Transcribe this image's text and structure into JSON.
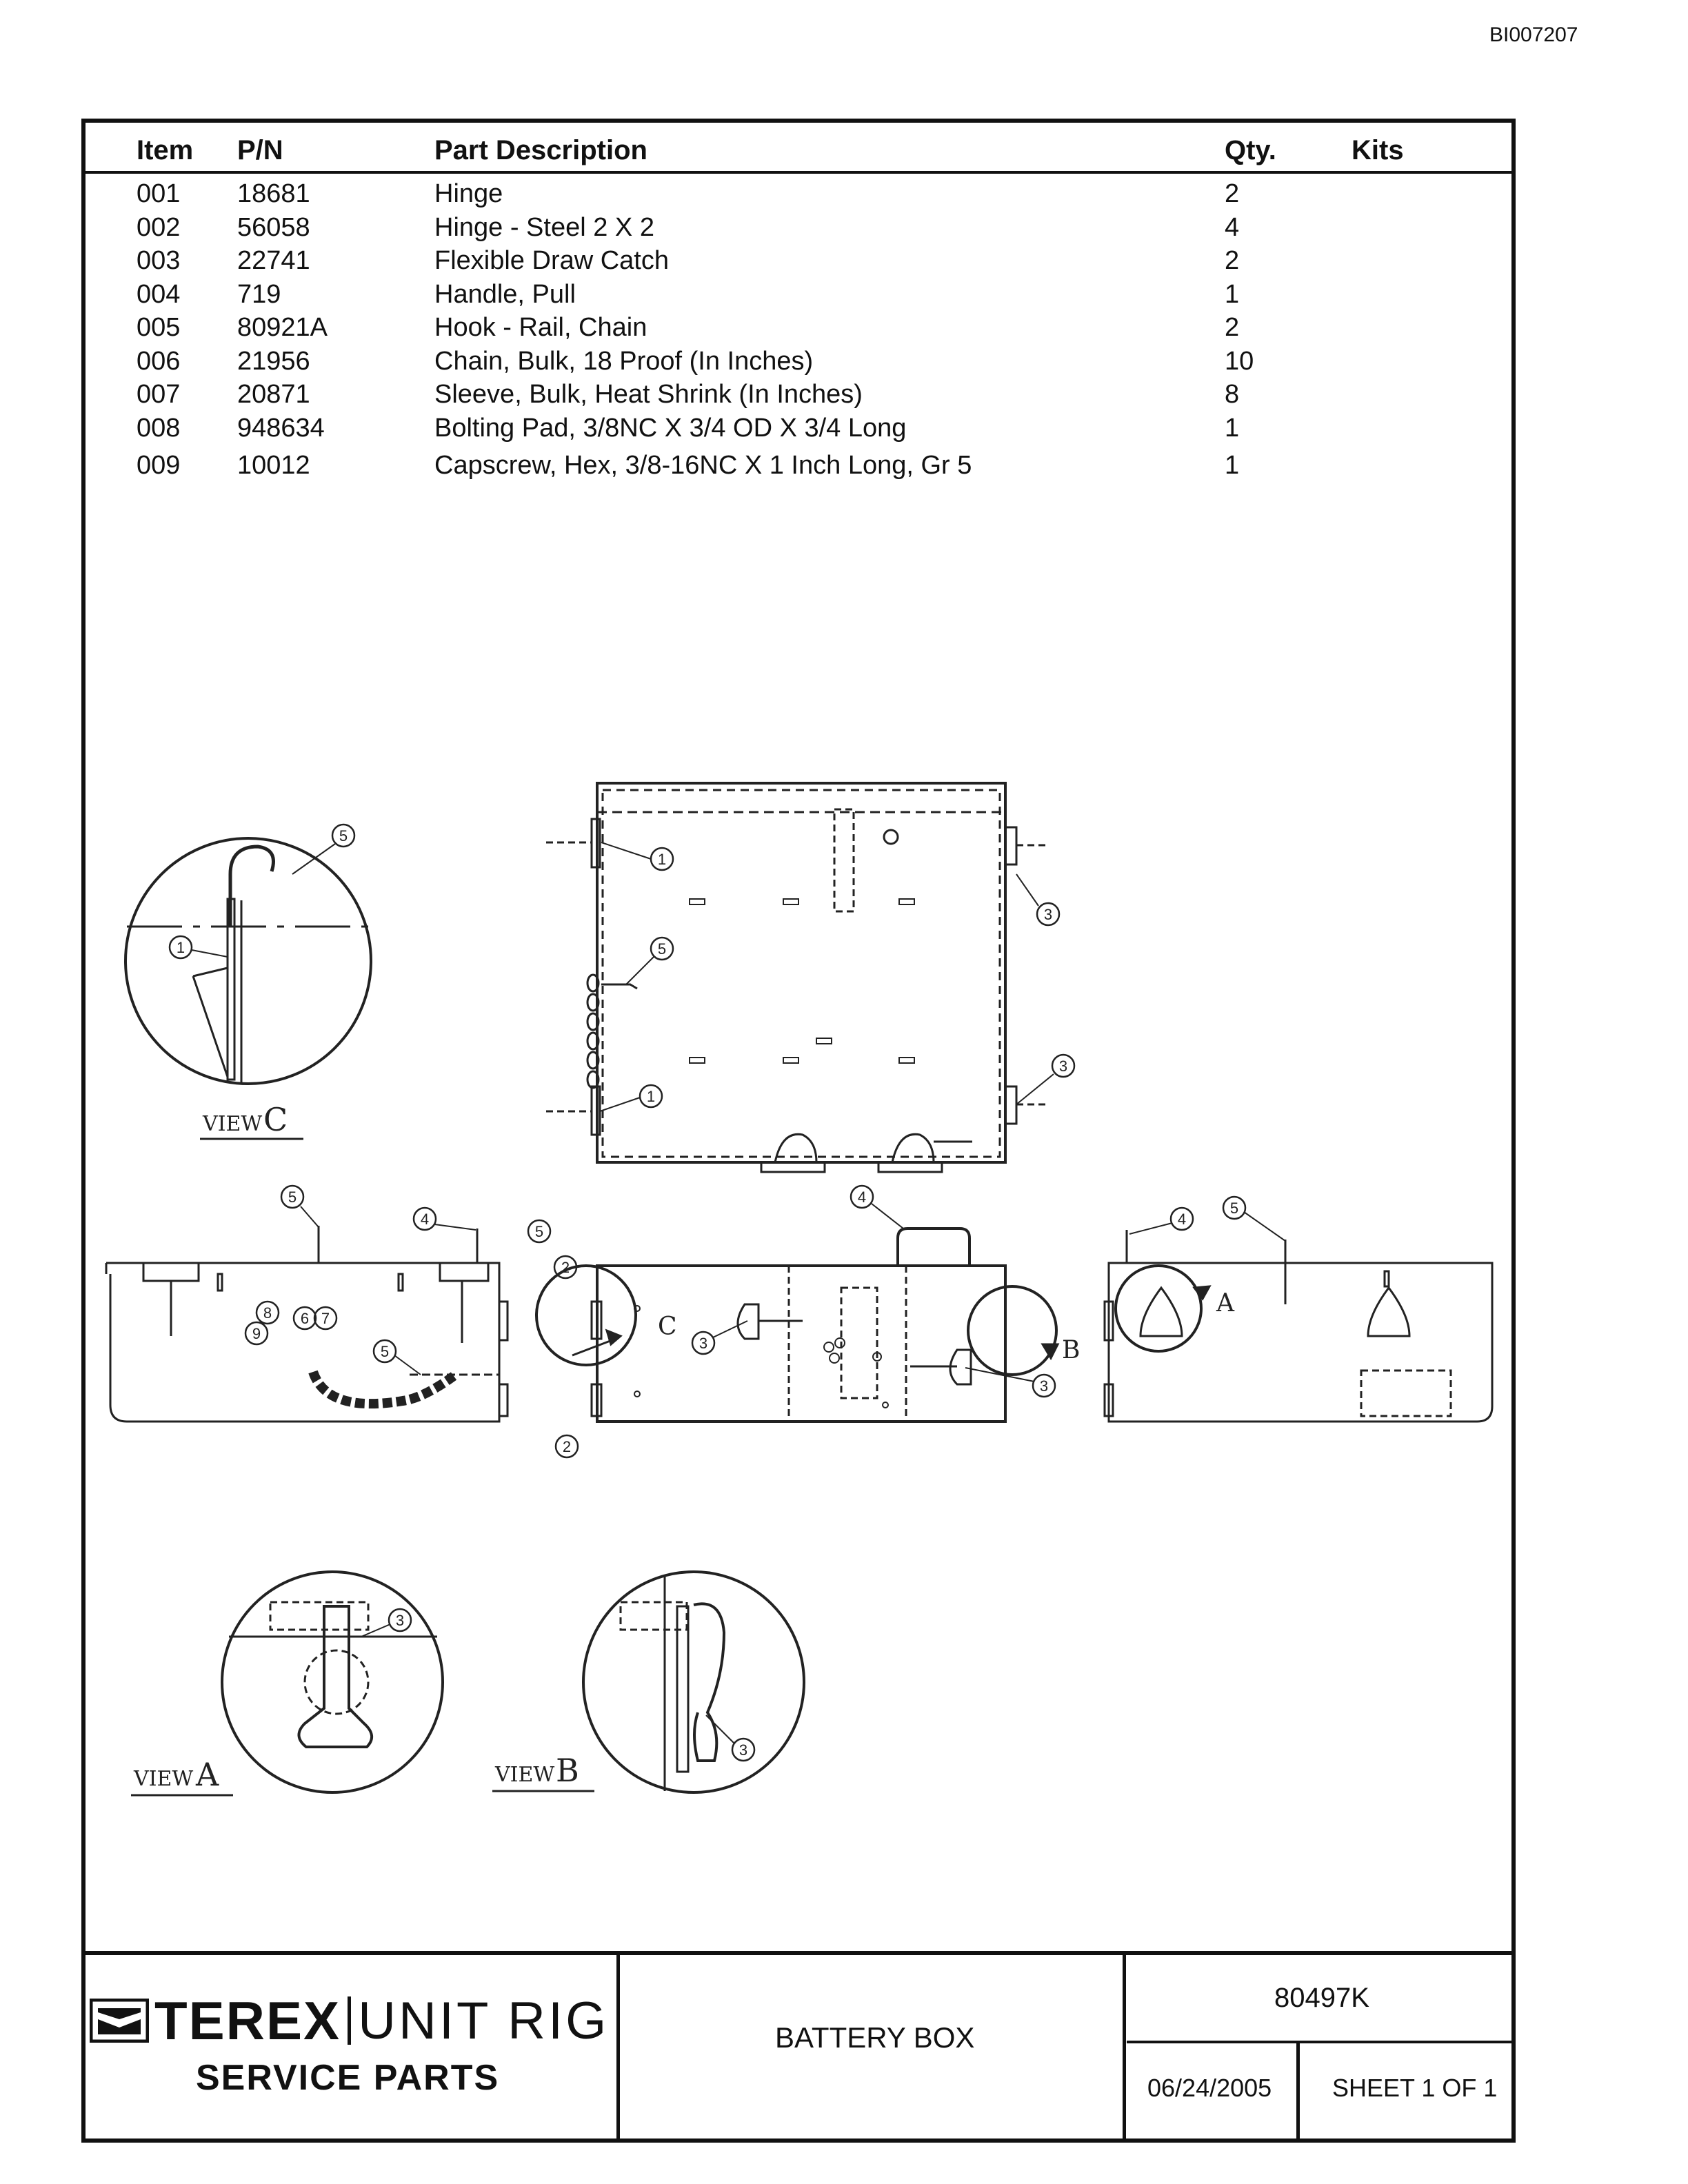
{
  "document_id": "BI007207",
  "table": {
    "headers": {
      "item": "Item",
      "pn": "P/N",
      "description": "Part Description",
      "qty": "Qty.",
      "kits": "Kits"
    },
    "rows": [
      {
        "item": "001",
        "pn": "18681",
        "description": "Hinge",
        "qty": "2"
      },
      {
        "item": "002",
        "pn": "56058",
        "description": "Hinge - Steel 2 X 2",
        "qty": "4"
      },
      {
        "item": "003",
        "pn": "22741",
        "description": "Flexible Draw Catch",
        "qty": "2"
      },
      {
        "item": "004",
        "pn": "719",
        "description": "Handle, Pull",
        "qty": "1"
      },
      {
        "item": "005",
        "pn": "80921A",
        "description": "Hook - Rail, Chain",
        "qty": "2"
      },
      {
        "item": "006",
        "pn": "21956",
        "description": "Chain, Bulk, 18 Proof (In Inches)",
        "qty": "10"
      },
      {
        "item": "007",
        "pn": "20871",
        "description": "Sleeve, Bulk, Heat Shrink (In Inches)",
        "qty": "8"
      },
      {
        "item": "008",
        "pn": "948634",
        "description": "Bolting Pad, 3/8NC X 3/4 OD X 3/4 Long",
        "qty": "1"
      },
      {
        "item": "009",
        "pn": "10012",
        "description": "Capscrew, Hex, 3/8-16NC X 1 Inch Long, Gr 5",
        "qty": "1"
      }
    ]
  },
  "views": {
    "view_word": "VIEW",
    "a": "A",
    "b": "B",
    "c": "C"
  },
  "balloons": [
    "1",
    "2",
    "3",
    "4",
    "5",
    "6",
    "7",
    "8",
    "9"
  ],
  "title_block": {
    "brand": "TEREX",
    "brand_sub": "UNIT RIG",
    "service": "SERVICE PARTS",
    "title": "BATTERY BOX",
    "drawing_number": "80497K",
    "date": "06/24/2005",
    "sheet": "SHEET 1 OF 1"
  },
  "icons": {
    "logo": "terex-crown-logo-icon"
  }
}
